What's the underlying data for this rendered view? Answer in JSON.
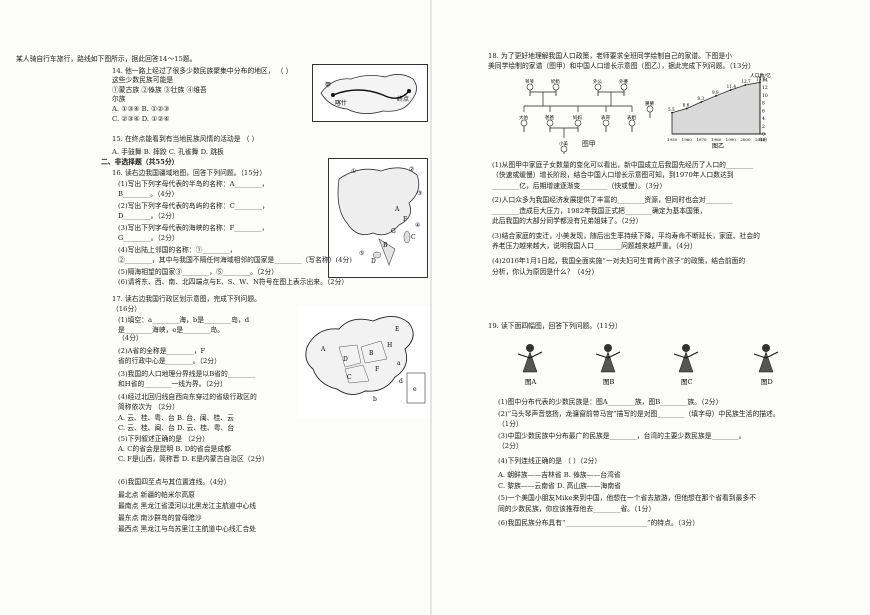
{
  "left": {
    "lines": [
      {
        "text": "某人骑自行车旅行，路线如下图所示，据此回答14～15题。"
      },
      {
        "text": "14. 他一路上经过了很多少数民族聚集中分布的地区，          （     ）"
      },
      {
        "text": "    这些少数民族可能是"
      },
      {
        "text": "    ①蒙古族    ②傣族    ③壮族    ④维吾"
      },
      {
        "text": "    尔族"
      },
      {
        "text": "    A. ①③④          B. ①②③"
      },
      {
        "text": "    C. ②③④          D. ①②④"
      },
      {
        "text": "15. 在终点能看到有当地民族风情的活动是                               （     ）"
      },
      {
        "text": "    A. 手鼓舞       B. 摔跤       C. 孔雀舞       D. 跳板"
      },
      {
        "text": "二、非选择题（共55分）"
      },
      {
        "text": "16. 读右边我国疆域地图，回答下列问题。（15分）"
      },
      {
        "text": "(1)写出下列字母代表的半岛的名称：A________，"
      },
      {
        "text": "    B________。（4分）"
      },
      {
        "text": "(2)写出下列字母代表的岛屿的名称：C________，"
      },
      {
        "text": "    D________。（2分）"
      },
      {
        "text": "(3)写出下列字母代表的海峡的名称：F________，"
      },
      {
        "text": "    G________。（2分）"
      },
      {
        "text": "(4)写出陆上邻国的名称：①________，"
      },
      {
        "text": "    ②________，其中与我国不隔任何海域相邻的国家是________（写名称）(4分)"
      },
      {
        "text": "(5)隔海相望的国家③________，⑤________。（2分）"
      },
      {
        "text": "(6)请将东、西、南、北四端点与E、S、W、N符号在图上表示出来。（2分）"
      },
      {
        "text": "17. 读右边我国行政区划示意图，完成下列问题。"
      },
      {
        "text": "                                             （16分）"
      },
      {
        "text": "(1)填空：a________海，b是________岛，d"
      },
      {
        "text": "    是________海峡，e是________岛。"
      },
      {
        "text": "                                        （4分）"
      },
      {
        "text": "(2)A省的全称是________，F"
      },
      {
        "text": "    省的行政中心是________。（2分）"
      },
      {
        "text": "(3)我国的人口地理分界线是以B省的________"
      },
      {
        "text": "    和H省的________一线为界。（2分）"
      },
      {
        "text": "(4)经过北回归线自西向东穿过的省级行政区的"
      },
      {
        "text": "    简称依次为                                                       （2分）"
      },
      {
        "text": "    A. 云、桂、粤、台          B. 台、闽、桂、云"
      },
      {
        "text": "    C. 云、桂、闽、台          D. 云、桂、粤、台"
      },
      {
        "text": "(5)下列叙述正确的是                                            （2分）"
      },
      {
        "text": "    A. C的省会是昆明          B. D的省会是成都"
      },
      {
        "text": "    C. F是山西，简称晋        D. E是内蒙古自治区（2分）"
      },
      {
        "text": "(6)我国四至点与其位置连线。（4分）"
      },
      {
        "text": "    最北点                  新疆的帕米尔高原"
      },
      {
        "text": "    最南点                  黑龙江省漠河以北黑龙江主航道中心线"
      },
      {
        "text": "    最东点                  南沙群岛的曾母暗沙"
      },
      {
        "text": "    最西点                  黑龙江与乌苏里江主航道中心线汇合处"
      }
    ],
    "route_map_labels": [
      "甲",
      "喀什",
      "终点"
    ],
    "territory_map_labels": [
      "A",
      "B",
      "C",
      "D",
      "F",
      "G",
      "①",
      "②",
      "③",
      "④",
      "⑤"
    ],
    "admin_map_labels": [
      "A",
      "B",
      "C",
      "D",
      "E",
      "F",
      "H",
      "a",
      "b",
      "d",
      "e"
    ]
  },
  "right": {
    "lines": [
      {
        "text": "18. 为了更好地理解我国人口政策，老师要求全班同学绘制自己的家谱。下图是小"
      },
      {
        "text": "    美同学绘制的家谱（图甲）和中国人口增长示意图（图乙），据此完成下列问题。（13分）"
      },
      {
        "text": "(1)从图甲中家庭子女数量的变化可以看出，新中国成立后我国先经历了人口的________"
      },
      {
        "text": "    （快速或缓慢）增长阶段，结合中国人口增长示意图可知，到1970年人口数达到"
      },
      {
        "text": "    ________亿，后期增速逐渐变________（快或慢）。（3分）"
      },
      {
        "text": "(2)人口众多为我国经济发展提供了丰富的________资源，但同时也会对________"
      },
      {
        "text": "    ________造成巨大压力，1982年我国正式把________确定为基本国策，"
      },
      {
        "text": "    此后我国的大部分同学都没有兄弟姐妹了。（2分）"
      },
      {
        "text": "(3)结合家庭的变迁，小美发现，随后出生率持续下降，平均寿命不断延长，家庭、社会的"
      },
      {
        "text": "    养老压力越来越大，说明我国人口________问题越来越严重。（4分）"
      },
      {
        "text": "(4)2016年1月1日起，我国全面实施“一对夫妇可生育两个孩子”的政策，结合前面的"
      },
      {
        "text": "    分析，你认为原因是什么？（4分）"
      },
      {
        "text": "19. 读下面四幅图，回答下列问题。（11分）"
      },
      {
        "text": "(1)图中分布代表的少数民族是：图A________族，图B________族。（2分）"
      },
      {
        "text": "(2)“马头琴声音悠扬，龙骧窗前带马宫”描写的是对图________（填字母）中民族生活的描述。"
      },
      {
        "text": "                                                                                （1分）"
      },
      {
        "text": "(3)中国少数民族中分布最广的民族是________，台湾的主要少数民族是________。"
      },
      {
        "text": "                                                                                （2分）"
      },
      {
        "text": "(4)下列连线正确的是                                                     （     ）（2分）"
      },
      {
        "text": "    A. 朝鲜族——吉林省          B. 傣族——台湾省"
      },
      {
        "text": "    C. 黎族——云南省            D. 高山族——海南省"
      },
      {
        "text": "(5)一个美国小朋友Mike来到中国，他想在一个省去旅游，但他想在那个省看到最多不"
      },
      {
        "text": "    同的少数民族，你应该推荐他去________省。（1分）"
      },
      {
        "text": "(6)我国民族分布具有“________________________”的特点。（3分）"
      }
    ],
    "family_tree": {
      "caption": "图甲",
      "members": [
        "爷爷",
        "奶奶",
        "外公",
        "外婆",
        "大伯",
        "爸爸",
        "妈妈",
        "小美",
        "表哥",
        "表姐",
        "舅舅"
      ]
    },
    "population_chart": {
      "caption": "图乙",
      "y_title": "人口数/亿"
    },
    "ethnic_figures": [
      {
        "caption": "图A"
      },
      {
        "caption": "图B"
      },
      {
        "caption": "图C"
      },
      {
        "caption": "图D"
      }
    ]
  },
  "chart_data": {
    "type": "area",
    "title": "",
    "ylabel": "人口数/亿",
    "xlabel": "",
    "x": [
      1950,
      1960,
      1970,
      1980,
      1990,
      2000,
      2010
    ],
    "y": [
      5.5,
      6.6,
      8.3,
      9.9,
      11.4,
      12.7,
      13.4
    ],
    "point_labels": [
      "5.5",
      "6.6",
      "8.3",
      "9.9",
      "11.4",
      "12.7",
      "13.4"
    ],
    "x_ticks": [
      "1950",
      "1960",
      "1970",
      "1980",
      "1990",
      "2000",
      "2010",
      "年份"
    ],
    "y_ticks": [
      "0",
      "2",
      "4",
      "6",
      "8",
      "10",
      "12",
      "14"
    ],
    "ylim": [
      0,
      14
    ],
    "xlim": [
      1950,
      2010
    ],
    "grid": false,
    "colors": {
      "fill": "#d9d9d9",
      "line": "#222222"
    }
  }
}
